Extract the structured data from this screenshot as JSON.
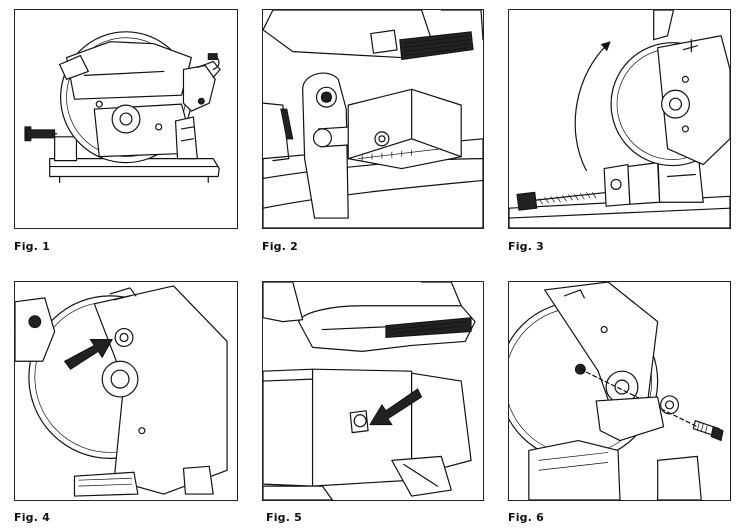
{
  "figures": [
    {
      "id": "fig1",
      "caption": "Fig. 1",
      "depicts": "saw-overview"
    },
    {
      "id": "fig2",
      "caption": "Fig. 2",
      "depicts": "lock-pin-bracket"
    },
    {
      "id": "fig3",
      "caption": "Fig. 3",
      "depicts": "raise-head-arrow"
    },
    {
      "id": "fig4",
      "caption": "Fig. 4",
      "depicts": "guard-screw-arrow"
    },
    {
      "id": "fig5",
      "caption": "Fig. 5",
      "depicts": "spindle-lock-arrow"
    },
    {
      "id": "fig6",
      "caption": "Fig. 6",
      "depicts": "blade-bolt-exploded"
    }
  ],
  "colors": {
    "line": "#111111",
    "background": "#ffffff",
    "arrow": "#111111"
  }
}
